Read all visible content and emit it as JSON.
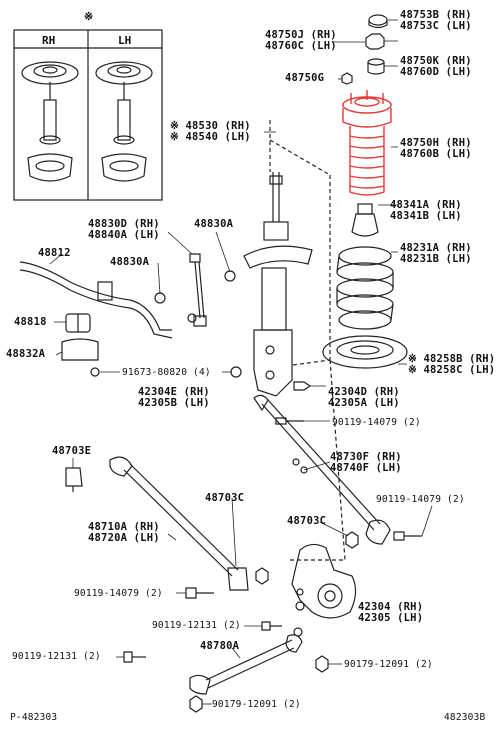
{
  "inset": {
    "marker": "※",
    "left_title": "RH",
    "right_title": "LH"
  },
  "colors": {
    "highlight": "#e53935",
    "line": "#222222"
  },
  "labels": {
    "p48753": "48753B (RH)\n48753C (LH)",
    "p48750j": "48750J (RH)\n48760C (LH)",
    "p48750k": "48750K (RH)\n48760D (LH)",
    "p48750g": "48750G",
    "p48530": "※ 48530 (RH)\n※ 48540 (LH)",
    "p48750h": "48750H (RH)\n48760B (LH)",
    "p48341": "48341A (RH)\n48341B (LH)",
    "p48830d": "48830D (RH)\n48840A (LH)",
    "p48830a": "48830A",
    "p48830a2": "48830A",
    "p48812": "48812",
    "p48818": "48818",
    "p48832": "48832A",
    "p91673": "91673-80820 (4)",
    "p48231": "48231A (RH)\n48231B (LH)",
    "p48258": "※ 48258B (RH)\n※ 48258C (LH)",
    "p42304e": "42304E (RH)\n42305B (LH)",
    "p42304d": "42304D (RH)\n42305A (LH)",
    "p90119a": "90119-14079 (2)",
    "p48703e": "48703E",
    "p48730": "48730F (RH)\n48740F (LH)",
    "p48703c": "48703C",
    "p90119b": "90119-14079 (2)",
    "p48710": "48710A (RH)\n48720A (LH)",
    "p48703c2": "48703C",
    "p90119c": "90119-14079 (2)",
    "p42304": "42304 (RH)\n42305 (LH)",
    "p90119d": "90119-12131 (2)",
    "p48780": "48780A",
    "p90119e": "90119-12131 (2)",
    "p90179a": "90179-12091 (2)",
    "p90179b": "90179-12091 (2)",
    "code_left": "P-482303",
    "code_right": "482303B"
  }
}
